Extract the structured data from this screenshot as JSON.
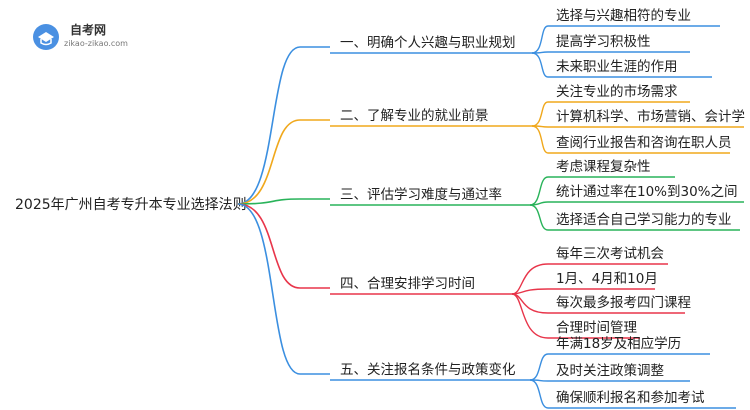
{
  "logo": {
    "name": "自考网",
    "url": "zikao-zikao.com"
  },
  "root": "2025年广州自考专升本专业选择法则",
  "branches": [
    {
      "label": "一、明确个人兴趣与职业规划",
      "color": "#3b8fe0",
      "leaves": [
        "选择与兴趣相符的专业",
        "提高学习积极性",
        "未来职业生涯的作用"
      ]
    },
    {
      "label": "二、了解专业的就业前景",
      "color": "#f0a81c",
      "leaves": [
        "关注专业的市场需求",
        "计算机科学、市场营销、会计学",
        "查阅行业报告和咨询在职人员"
      ]
    },
    {
      "label": "三、评估学习难度与通过率",
      "color": "#29b35a",
      "leaves": [
        "考虑课程复杂性",
        "统计通过率在10%到30%之间",
        "选择适合自己学习能力的专业"
      ]
    },
    {
      "label": "四、合理安排学习时间",
      "color": "#e8354a",
      "leaves": [
        "每年三次考试机会",
        "1月、4月和10月",
        "每次最多报考四门课程",
        "合理时间管理"
      ]
    },
    {
      "label": "五、关注报名条件与政策变化",
      "color": "#3b8fe0",
      "leaves": [
        "年满18岁及相应学历",
        "及时关注政策调整",
        "确保顺利报名和参加考试"
      ]
    }
  ]
}
